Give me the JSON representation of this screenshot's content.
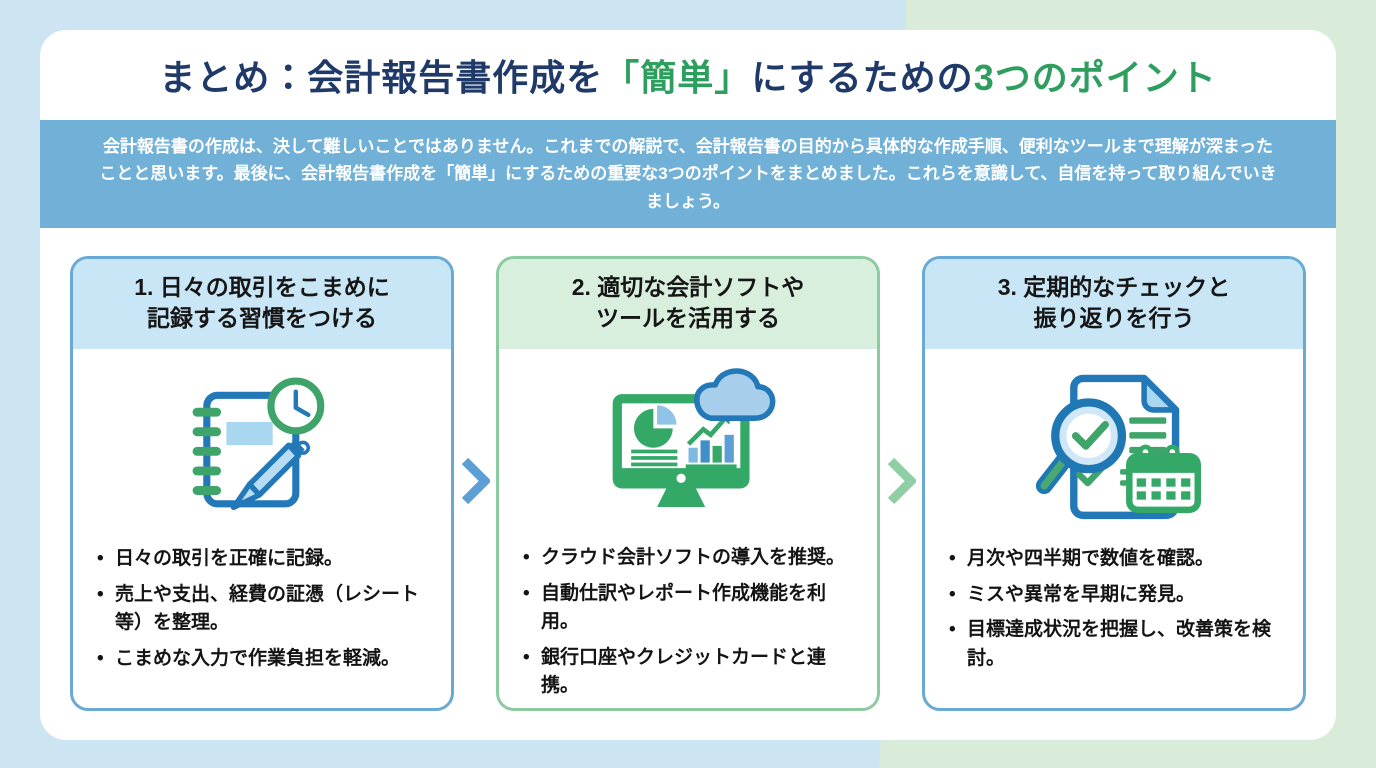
{
  "colors": {
    "background_blue": "#cde4f3",
    "background_green": "#d9ecda",
    "title_navy": "#1f3a68",
    "title_green": "#2e9e5f",
    "banner_background": "#72b1d7",
    "banner_text": "#ffffff",
    "card_blue_border": "#68aad5",
    "card_blue_header_bg": "#c8e6f6",
    "card_green_border": "#8ccaa0",
    "card_green_header_bg": "#d9efde",
    "arrow_blue": "#5b9fd3",
    "arrow_green": "#90cfa6",
    "body_text": "#141414"
  },
  "title": {
    "seg1": "まとめ：会計報告書作成を",
    "seg2": "「簡単」",
    "seg3": "にするための",
    "seg4": "3つのポイント"
  },
  "intro": {
    "text": "会計報告書の作成は、決して難しいことではありません。これまでの解説で、会計報告書の目的から具体的な作成手順、便利なツールまで理解が深まったことと思います。最後に、会計報告書作成を「簡単」にするための重要な3つのポイントをまとめました。これらを意識して、自信を持って取り組んでいきましょう。"
  },
  "cards": [
    {
      "heading_line1": "1. 日々の取引をこまめに",
      "heading_line2": "記録する習慣をつける",
      "icon": "notebook-pen-clock",
      "bullets": [
        "日々の取引を正確に記録。",
        "売上や支出、経費の証憑（レシート等）を整理。",
        "こまめな入力で作業負担を軽減。"
      ]
    },
    {
      "heading_line1": "2. 適切な会計ソフトや",
      "heading_line2": "ツールを活用する",
      "icon": "monitor-charts-cloud",
      "bullets": [
        "クラウド会計ソフトの導入を推奨。",
        "自動仕訳やレポート作成機能を利用。",
        "銀行口座やクレジットカードと連携。"
      ]
    },
    {
      "heading_line1": "3. 定期的なチェックと",
      "heading_line2": "振り返りを行う",
      "icon": "document-magnifier-calendar",
      "bullets": [
        "月次や四半期で数値を確認。",
        "ミスや異常を早期に発見。",
        "目標達成状況を把握し、改善策を検討。"
      ]
    }
  ]
}
